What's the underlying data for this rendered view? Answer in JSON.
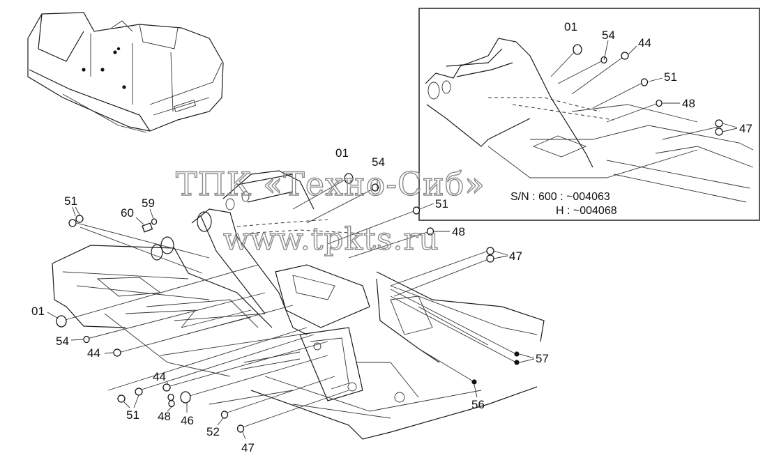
{
  "watermark": {
    "line1": "ТПК «Техно-Сиб»",
    "line2": "www.tpkts.ru"
  },
  "inset": {
    "serial_line1": "S/N : 600 : ~004063",
    "serial_line2": "H :  ~004068",
    "labels": {
      "a01": "01",
      "a54": "54",
      "a44": "44",
      "a51": "51",
      "a48": "48",
      "a47": "47"
    }
  },
  "main": {
    "labels": {
      "t01": "01",
      "t54": "54",
      "t51": "51",
      "t48": "48",
      "t47": "47",
      "l51": "51",
      "l59": "59",
      "l60": "60",
      "l01": "01",
      "l54": "54",
      "l44": "44",
      "b44": "44",
      "b51": "51",
      "b48": "48",
      "b46": "46",
      "b52": "52",
      "b47": "47",
      "r57": "57",
      "r56": "56"
    }
  },
  "colors": {
    "line": "#1a1a1a",
    "watermark": "#8a8a8a",
    "background": "#ffffff"
  }
}
